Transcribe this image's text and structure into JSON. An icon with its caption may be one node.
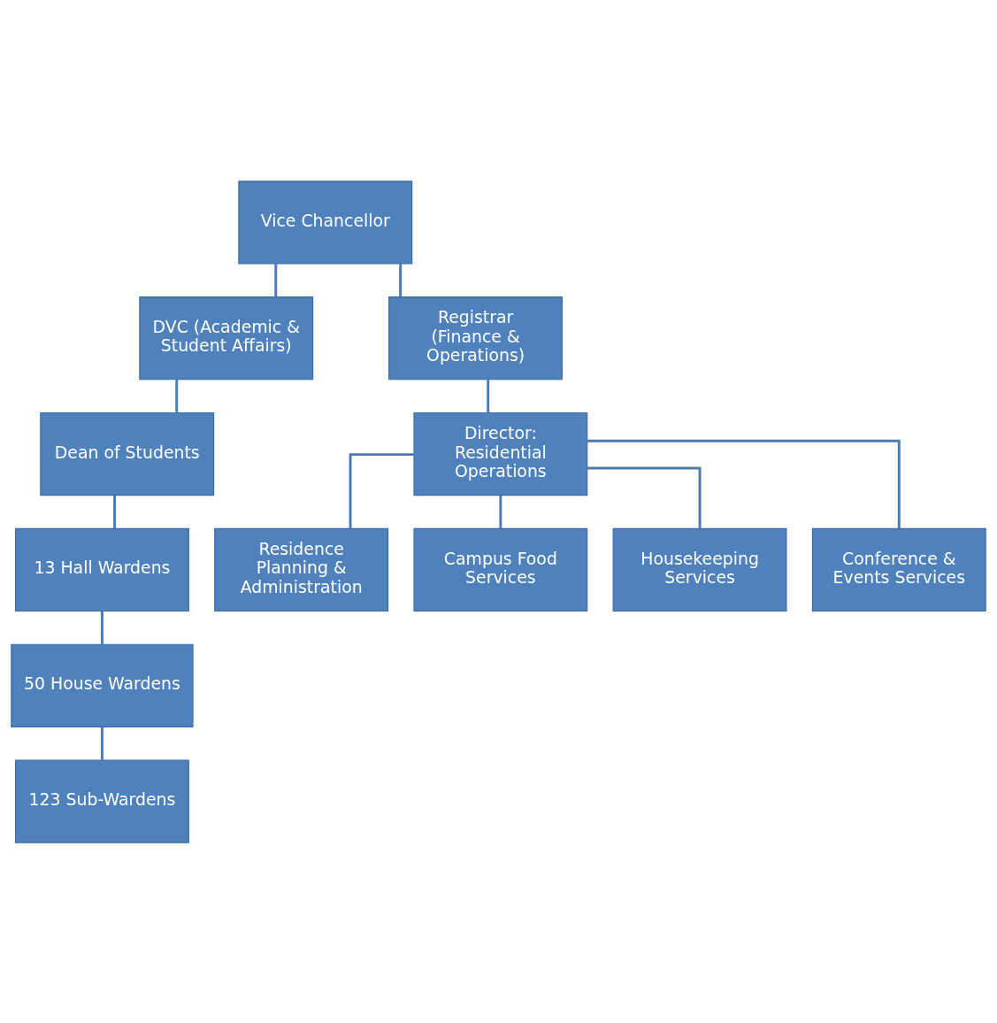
{
  "diagram": {
    "nodes": [
      {
        "text": [
          "Vice Chancellor"
        ]
      },
      {
        "text": [
          "DVC (Academic & Student Affairs)"
        ]
      },
      {
        "text": [
          "Registrar (Finance & Operations)"
        ]
      },
      {
        "text": [
          "Dean of Students"
        ]
      },
      {
        "text": [
          "Director: Residential Operations"
        ]
      },
      {
        "text": [
          "13 Hall Wardens"
        ]
      },
      {
        "text": [
          "Residence Planning & Administration"
        ]
      },
      {
        "text": [
          "Campus Food Services"
        ]
      },
      {
        "text": [
          "50 House Wardens"
        ]
      },
      {
        "text": [
          "Housekeeping Services"
        ]
      },
      {
        "text": [
          "123 Sub-Wardens"
        ]
      },
      {
        "text": [
          "Conference & Events Services"
        ]
      }
    ],
    "edges": [
      {
        "from": 0,
        "to": 1,
        "arrow": "none"
      },
      {
        "from": 0,
        "to": 2,
        "arrow": "none"
      },
      {
        "from": 1,
        "to": 3,
        "arrow": "none"
      },
      {
        "from": 2,
        "to": 4,
        "arrow": "none"
      },
      {
        "from": 3,
        "to": 5,
        "arrow": "none"
      },
      {
        "from": 5,
        "to": 8,
        "arrow": "none"
      },
      {
        "from": 8,
        "to": 10,
        "arrow": "none"
      },
      {
        "from": 4,
        "to": 6,
        "arrow": "none"
      },
      {
        "from": 4,
        "to": 7,
        "arrow": "none"
      },
      {
        "from": 4,
        "to": 9,
        "arrow": "none"
      },
      {
        "from": 4,
        "to": 11,
        "arrow": "none"
      }
    ]
  }
}
